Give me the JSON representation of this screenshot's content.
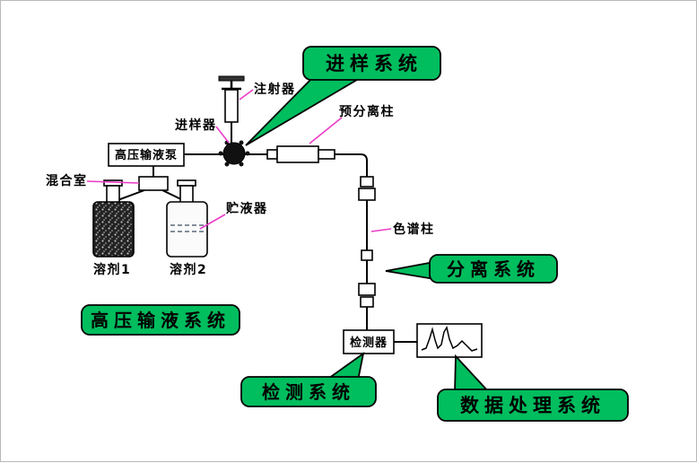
{
  "colors": {
    "callout_fill": "#00bd5e",
    "leader_line": "#ea3cc7"
  },
  "callouts": {
    "injection_system": "进样系统",
    "separation_system": "分离系统",
    "detection_system": "检测系统",
    "data_processing_system": "数据处理系统",
    "pumping_system": "高压输液系统"
  },
  "labels": {
    "syringe": "注射器",
    "injector": "进样器",
    "precolumn": "预分离柱",
    "pump": "高压输液泵",
    "mixing_chamber": "混合室",
    "reservoir": "贮液器",
    "solvent1": "溶剂1",
    "solvent2": "溶剂2",
    "column": "色谱柱",
    "detector": "检测器"
  }
}
